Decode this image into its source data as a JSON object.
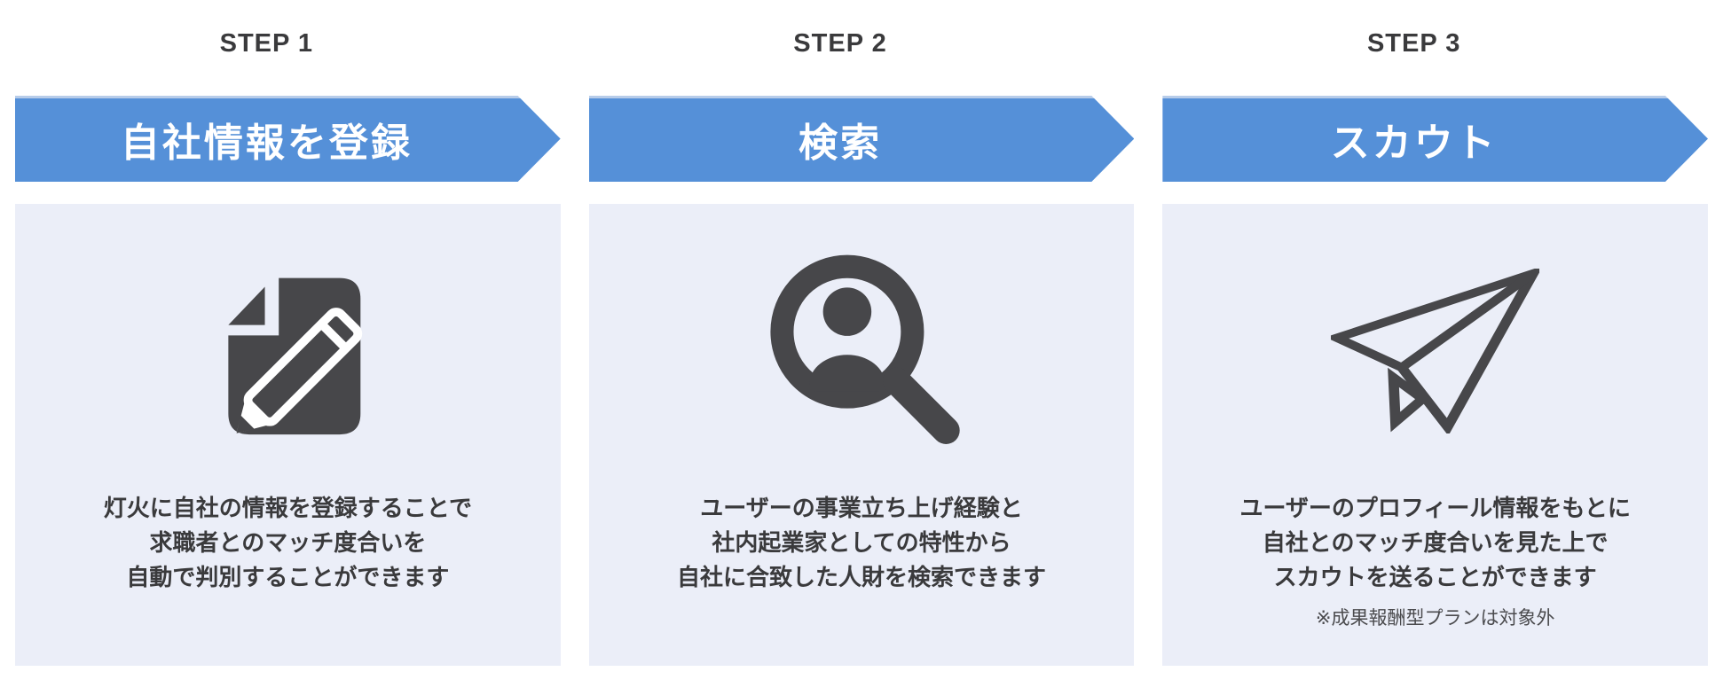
{
  "colors": {
    "banner_blue": "#5590d8",
    "banner_top_edge": "#b7cce9",
    "card_background": "#ebeef8",
    "icon_gray": "#47474a",
    "text_dark": "#3a3a3c"
  },
  "steps": [
    {
      "step_label": "STEP 1",
      "banner_title": "自社情報を登録",
      "icon": "document-edit-icon",
      "description_lines": [
        "灯火に自社の情報を登録することで",
        "求職者とのマッチ度合いを",
        "自動で判別することができます"
      ]
    },
    {
      "step_label": "STEP 2",
      "banner_title": "検索",
      "icon": "person-search-icon",
      "description_lines": [
        "ユーザーの事業立ち上げ経験と",
        "社内起業家としての特性から",
        "自社に合致した人財を検索できます"
      ]
    },
    {
      "step_label": "STEP 3",
      "banner_title": "スカウト",
      "icon": "paper-plane-icon",
      "description_lines": [
        "ユーザーのプロフィール情報をもとに",
        "自社とのマッチ度合いを見た上で",
        "スカウトを送ることができます"
      ],
      "note": "※成果報酬型プランは対象外"
    }
  ]
}
